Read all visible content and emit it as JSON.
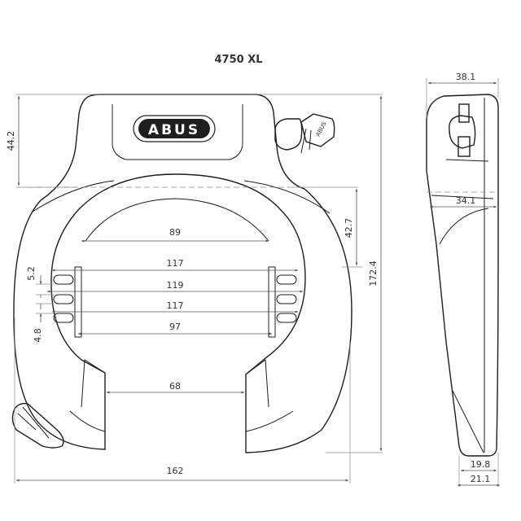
{
  "title": "4750 XL",
  "brand": "ABUS",
  "key_marking": "ABUS",
  "front_view": {
    "width": "162",
    "height": "172.4",
    "top_housing": "44.2",
    "upper_ring": "42.7",
    "inner_89": "89",
    "inner_117_top": "117",
    "inner_119": "119",
    "inner_117_bottom": "117",
    "inner_97": "97",
    "opening": "68",
    "slot_5_2": "5.2",
    "slot_4_8": "4.8"
  },
  "side_view": {
    "top_depth": "38.1",
    "mid_depth": "34.1",
    "bottom_depth_19_8": "19.8",
    "bottom_depth_21_1": "21.1"
  }
}
